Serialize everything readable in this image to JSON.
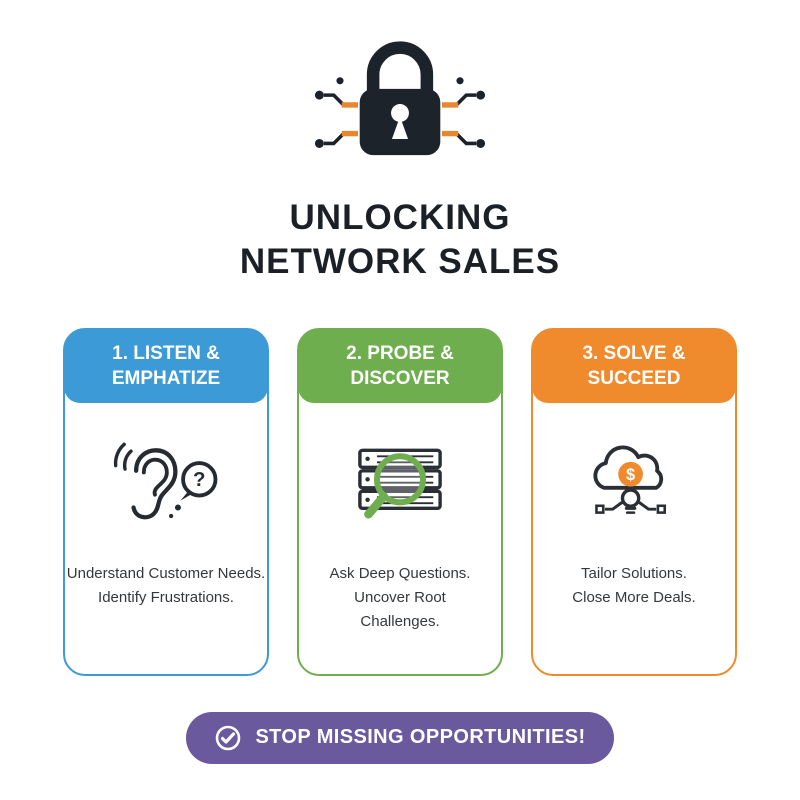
{
  "header": {
    "title_line1": "UNLOCKING",
    "title_line2": "NETWORK SALES"
  },
  "cards": [
    {
      "title": "1. LISTEN & EMPHATIZE",
      "lines": [
        "Understand Customer Needs.",
        "Identify Frustrations."
      ],
      "color": "#3c9bd6",
      "icon": "ear-question-icon"
    },
    {
      "title": "2. PROBE & DISCOVER",
      "lines": [
        "Ask Deep Questions.",
        "Uncover Root",
        "Challenges."
      ],
      "color": "#6fae4e",
      "icon": "server-magnifier-icon"
    },
    {
      "title": "3. SOLVE & SUCCEED",
      "lines": [
        "Tailor Solutions.",
        "Close More Deals."
      ],
      "color": "#ef8b2d",
      "icon": "cloud-dollar-bulb-icon"
    }
  ],
  "banner": {
    "label": "STOP MISSING OPPORTUNITIES!",
    "color": "#6a599c",
    "icon": "check-circle-icon"
  },
  "accent_colors": {
    "lock_black": "#1d232a",
    "circuit_orange": "#e8872b"
  }
}
